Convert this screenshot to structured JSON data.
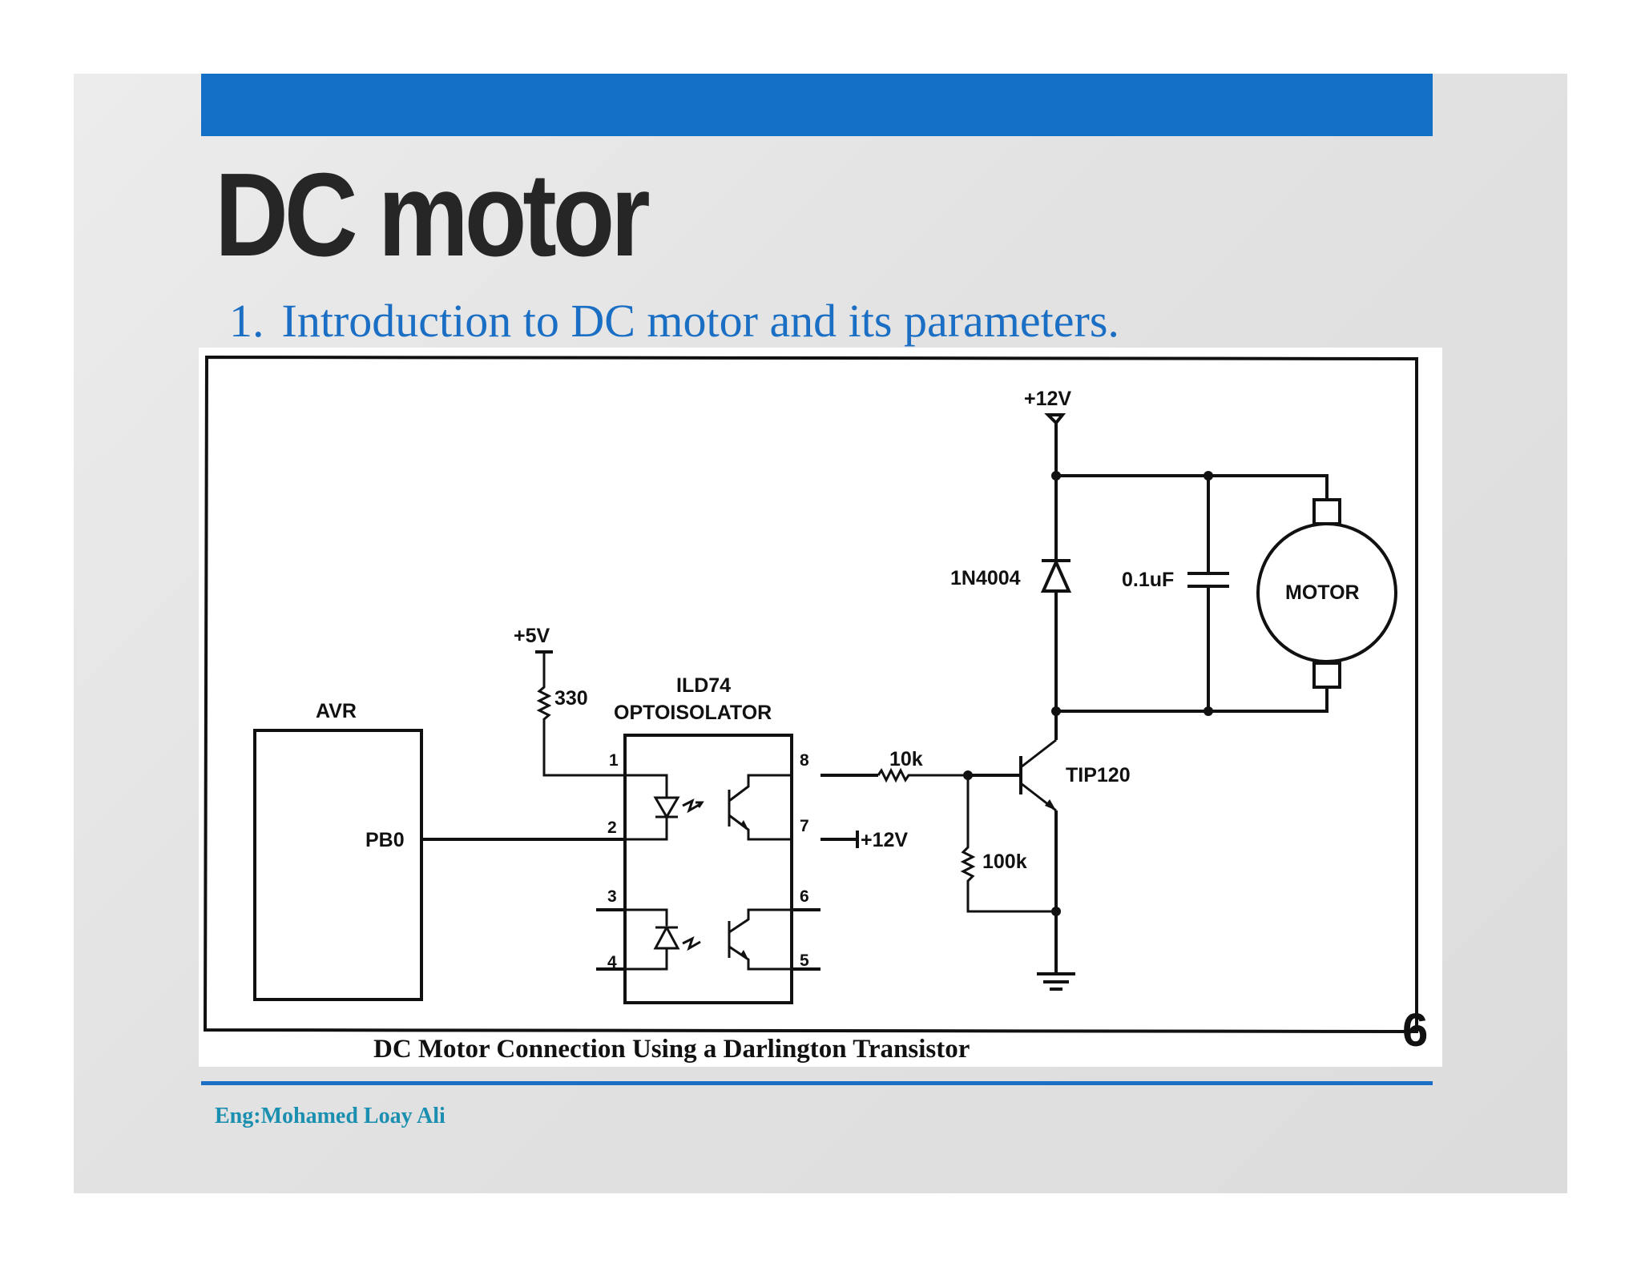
{
  "slide": {
    "title": "DC motor",
    "subtitle_number": "1.",
    "subtitle_text": "Introduction to DC motor and its parameters.",
    "author": "Eng:Mohamed Loay Ali",
    "page_number": "6",
    "colors": {
      "accent_bar": "#1470c6",
      "subtitle": "#1a6fc5",
      "author": "#1a8fb0",
      "title": "#262626"
    }
  },
  "diagram": {
    "caption": "DC Motor Connection Using a Darlington Transistor",
    "labels": {
      "v12_top": "+12V",
      "diode": "1N4004",
      "capacitor": "0.1uF",
      "motor": "MOTOR",
      "v5": "+5V",
      "r330": "330",
      "ild74": "ILD74",
      "optoisolator": "OPTOISOLATOR",
      "avr": "AVR",
      "pb0": "PB0",
      "r10k": "10k",
      "transistor": "TIP120",
      "v12_pin7": "+12V",
      "r100k": "100k"
    },
    "pins": [
      "1",
      "2",
      "3",
      "4",
      "8",
      "7",
      "6",
      "5"
    ]
  }
}
